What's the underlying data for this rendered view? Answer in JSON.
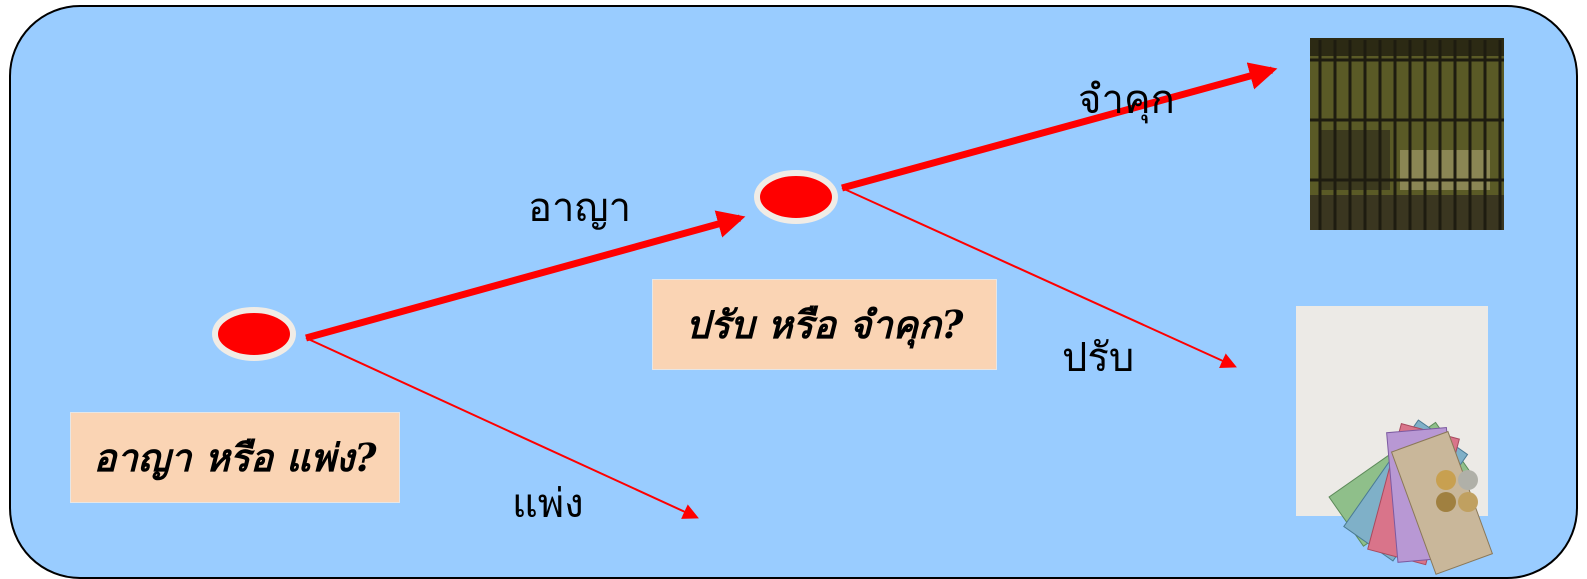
{
  "diagram": {
    "panel_color": "#99ccff",
    "arrow_color": "#ff0000",
    "node_color": "#ff0000",
    "question_box_color": "#fad4b4",
    "question1": "อาญา หรือ แพ่ง?",
    "question2": "ปรับ หรือ จำคุก?",
    "branch_criminal": "อาญา",
    "branch_civil": "แพ่ง",
    "branch_prison": "จำคุก",
    "branch_fine": "ปรับ",
    "image_prison": "prison-cell-photo",
    "image_fine": "thai-banknotes-photo"
  }
}
